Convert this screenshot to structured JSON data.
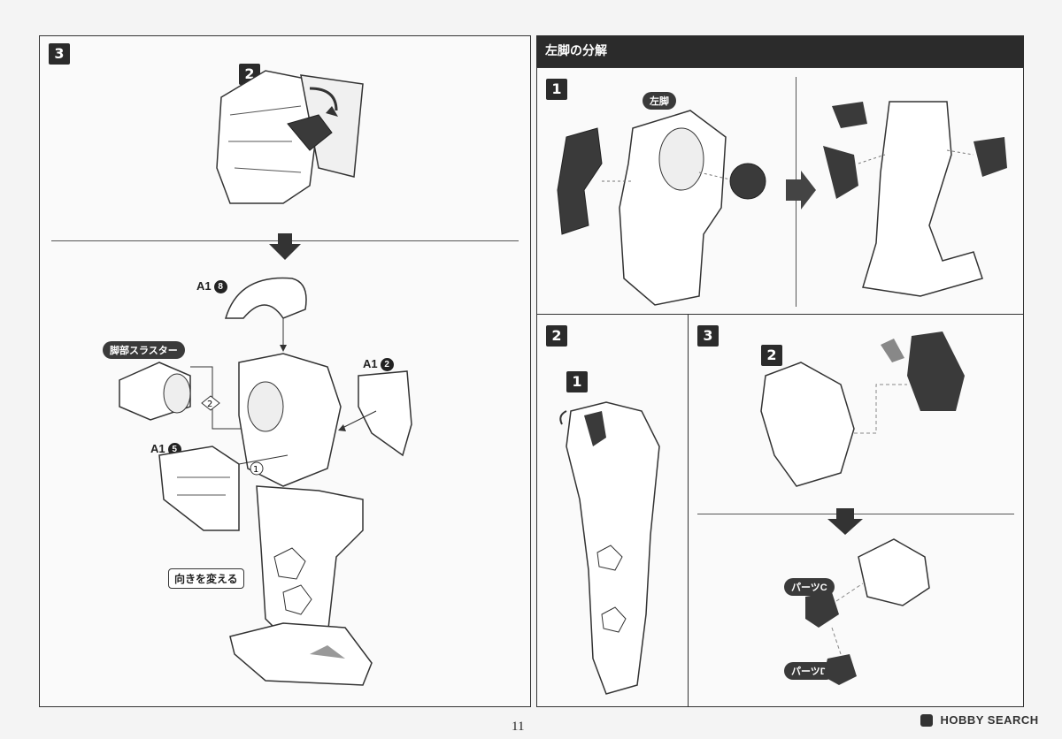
{
  "left_panel": {
    "step_badge": "3",
    "sub_badge": "2",
    "parts": {
      "a1_8": {
        "prefix": "A1",
        "num": "8"
      },
      "a1_2": {
        "prefix": "A1",
        "num": "2"
      },
      "a1_5": {
        "prefix": "A1",
        "num": "5"
      }
    },
    "thruster_label": "脚部スラスター",
    "direction_label": "向きを変える",
    "step_marks": [
      "2",
      "1"
    ]
  },
  "right_panel": {
    "header_title": "左脚の分解",
    "step1": {
      "badge": "1",
      "leg_label": "左脚"
    },
    "step2": {
      "badge": "2",
      "sub_badge": "1"
    },
    "step3": {
      "badge": "3",
      "sub_badge": "2",
      "part_c": "パーツC",
      "part_d": "パーツD"
    }
  },
  "footer": {
    "page_number": "11",
    "watermark": "HOBBY SEARCH"
  }
}
